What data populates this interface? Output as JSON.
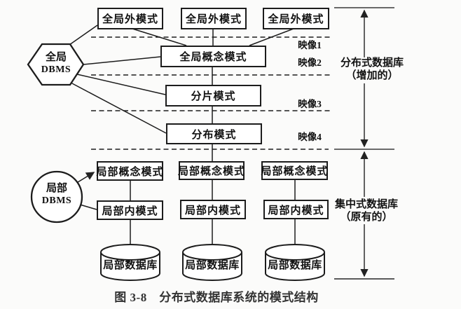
{
  "caption": "图 3-8　分布式数据库系统的模式结构",
  "colors": {
    "line": "#1c1c1c",
    "dimension_tick": "#555555",
    "background": "#fbfbfa",
    "text": "#111111",
    "caption_text": "#333333"
  },
  "global_section": {
    "dbms_label": {
      "line1": "全局",
      "line2": "DBMS"
    },
    "external_schemas": [
      {
        "label": "全局外模式"
      },
      {
        "label": "全局外模式"
      },
      {
        "label": "全局外模式"
      }
    ],
    "conceptual_schema": {
      "label": "全局概念模式"
    },
    "fragmentation_schema": {
      "label": "分片模式"
    },
    "distribution_schema": {
      "label": "分布模式"
    },
    "mappings": [
      {
        "label": "映像1"
      },
      {
        "label": "映像2"
      },
      {
        "label": "映像3"
      },
      {
        "label": "映像4"
      }
    ],
    "bracket_label": {
      "line1": "分布式数据库",
      "line2": "（增加的）"
    }
  },
  "local_section": {
    "dbms_label": {
      "line1": "局部",
      "line2": "DBMS"
    },
    "columns": [
      {
        "conceptual": "局部概念模式",
        "internal": "局部内模式",
        "database": "局部数据库"
      },
      {
        "conceptual": "局部概念模式",
        "internal": "局部内模式",
        "database": "局部数据库"
      },
      {
        "conceptual": "局部概念模式",
        "internal": "局部内模式",
        "database": "局部数据库"
      }
    ],
    "bracket_label": {
      "line1": "集中式数据库",
      "line2": "（原有的）"
    }
  }
}
